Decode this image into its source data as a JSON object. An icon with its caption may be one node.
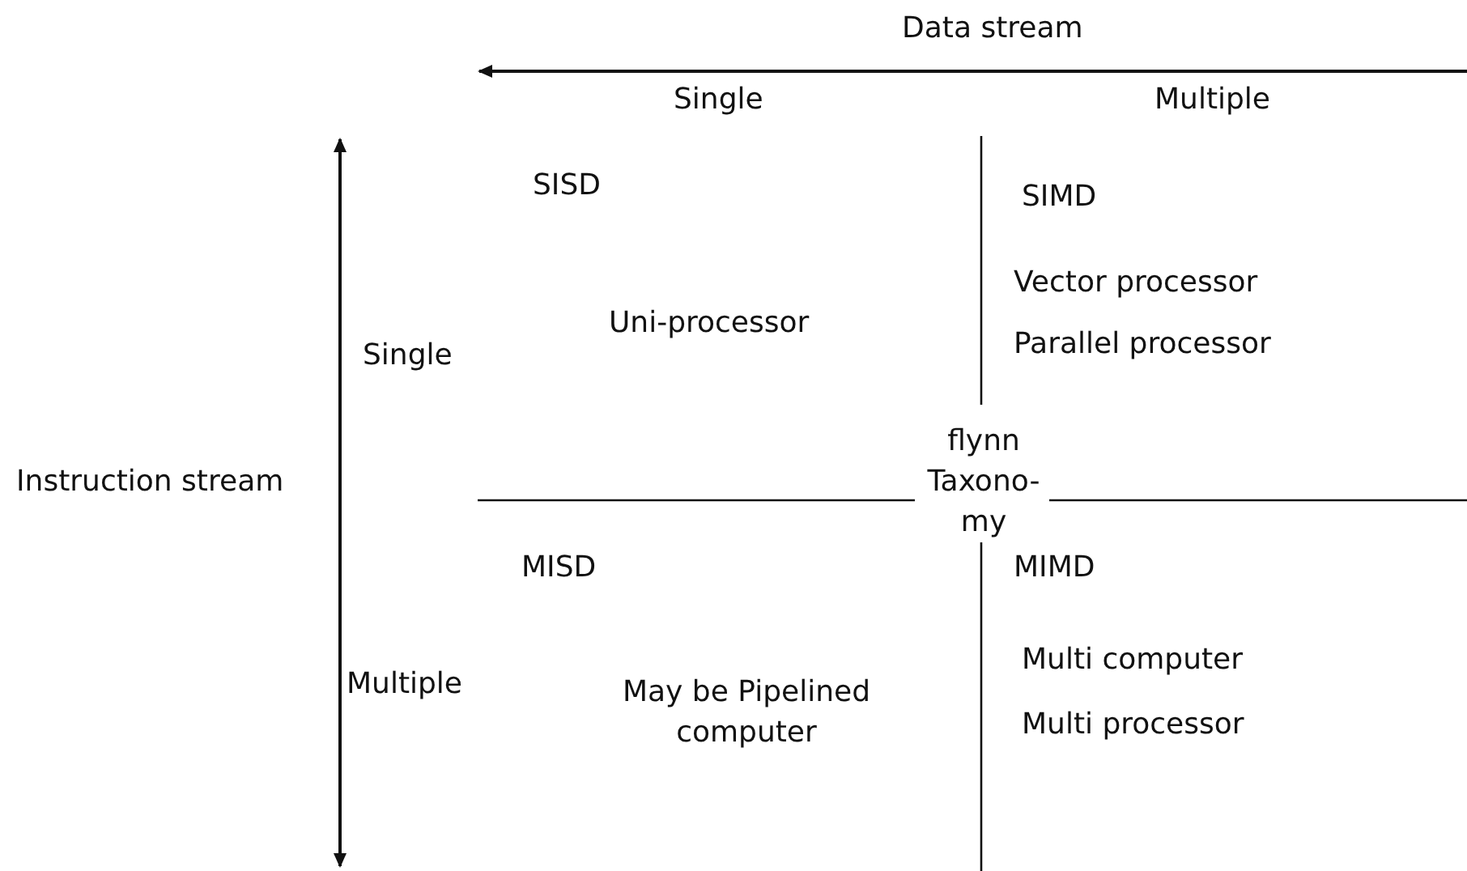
{
  "diagram": {
    "labels": [
      "Data stream",
      "Single",
      "Multiple",
      "SISD",
      "SIMD",
      "Vector processor",
      "Uni-processor",
      "Parallel processor",
      "Single",
      "Instruction stream",
      "flynn Taxono-my",
      "MISD",
      "MIMD",
      "Multi computer",
      "May be Pipelined computer",
      "Multi processor",
      "Multiple"
    ]
  }
}
